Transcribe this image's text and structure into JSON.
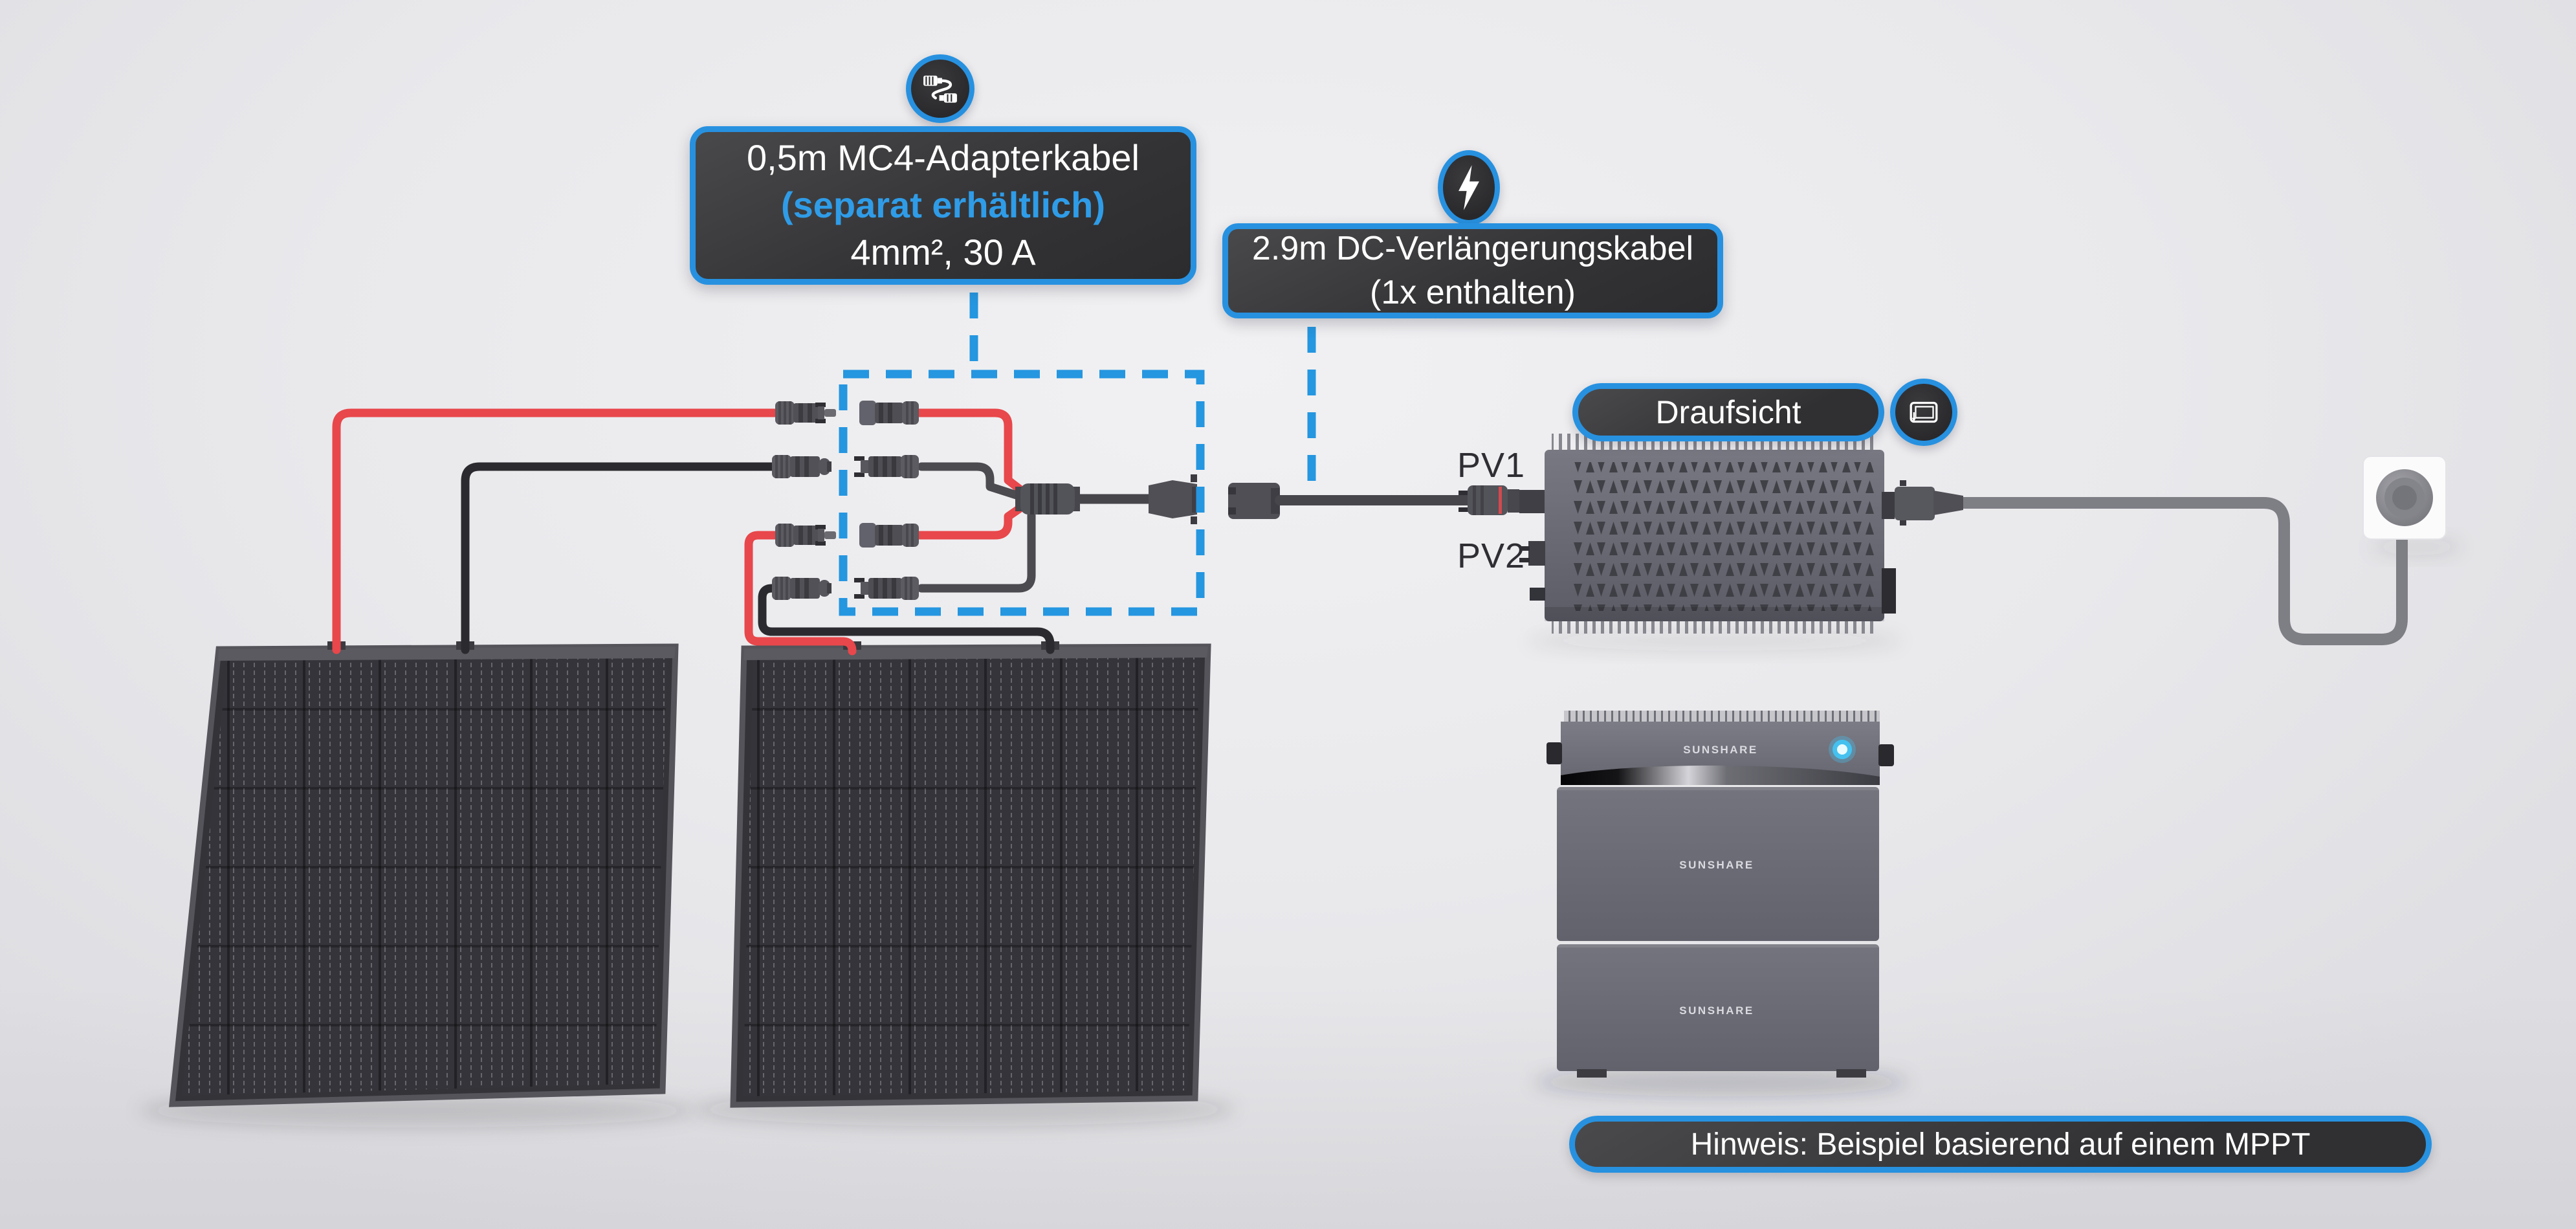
{
  "colors": {
    "accent_blue": "#2791e0",
    "label_background": "#343436",
    "label_text": "#ffffff",
    "highlight_text_blue": "#2f9ce8",
    "wire_red": "#e8474b",
    "wire_black": "#2b2b2f",
    "wire_dark_gray": "#4b4b50",
    "ac_cable_gray": "#7e7e85",
    "device_gray": "#6a6a74",
    "led_cyan": "#45c1ef",
    "background": "#e9e9ec"
  },
  "callouts": {
    "adapter_cable": {
      "icon": "mc4-cable-icon",
      "line1": "0,5m MC4-Adapterkabel",
      "line2": "(separat erhältlich)",
      "line3": "4mm², 30 A"
    },
    "extension_cable": {
      "icon": "lightning-icon",
      "line1": "2.9m DC-Verlängerungskabel",
      "line2": "(1x enthalten)"
    },
    "view": {
      "icon": "top-view-icon",
      "label": "Draufsicht"
    },
    "note": {
      "label": "Hinweis: Beispiel basierend auf einem MPPT"
    }
  },
  "inverter": {
    "port1": "PV1",
    "port2": "PV2"
  },
  "battery": {
    "brand": "SUNSHARE"
  }
}
